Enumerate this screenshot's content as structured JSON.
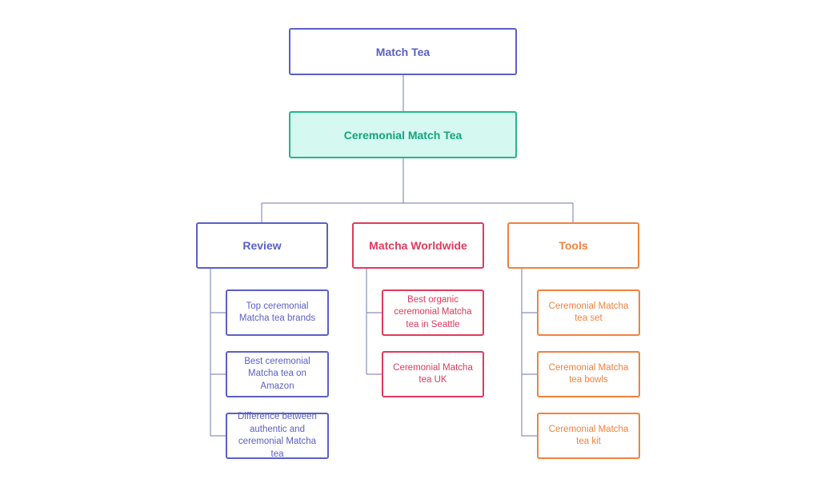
{
  "root": {
    "label": "Match Tea"
  },
  "level1": {
    "label": "Ceremonial Match Tea"
  },
  "branches": [
    {
      "label": "Review",
      "children": [
        "Top ceremonial Matcha tea brands",
        "Best ceremonial Matcha tea on Amazon",
        "Difference between authentic and ceremonial Matcha tea"
      ]
    },
    {
      "label": "Matcha Worldwide",
      "children": [
        "Best organic ceremonial Matcha tea in Seattle",
        "Ceremonial Matcha tea UK"
      ]
    },
    {
      "label": "Tools",
      "children": [
        "Ceremonial Matcha tea set",
        "Ceremonial Matcha tea bowls",
        "Ceremonial Matcha tea kit"
      ]
    }
  ],
  "colors": {
    "review": "#5b5fc7",
    "level1_border": "#1fb98a",
    "level1_fill": "#d5f8f0",
    "worldwide": "#e03a5c",
    "tools": "#f2823c",
    "connector": "#8c8fbf"
  }
}
